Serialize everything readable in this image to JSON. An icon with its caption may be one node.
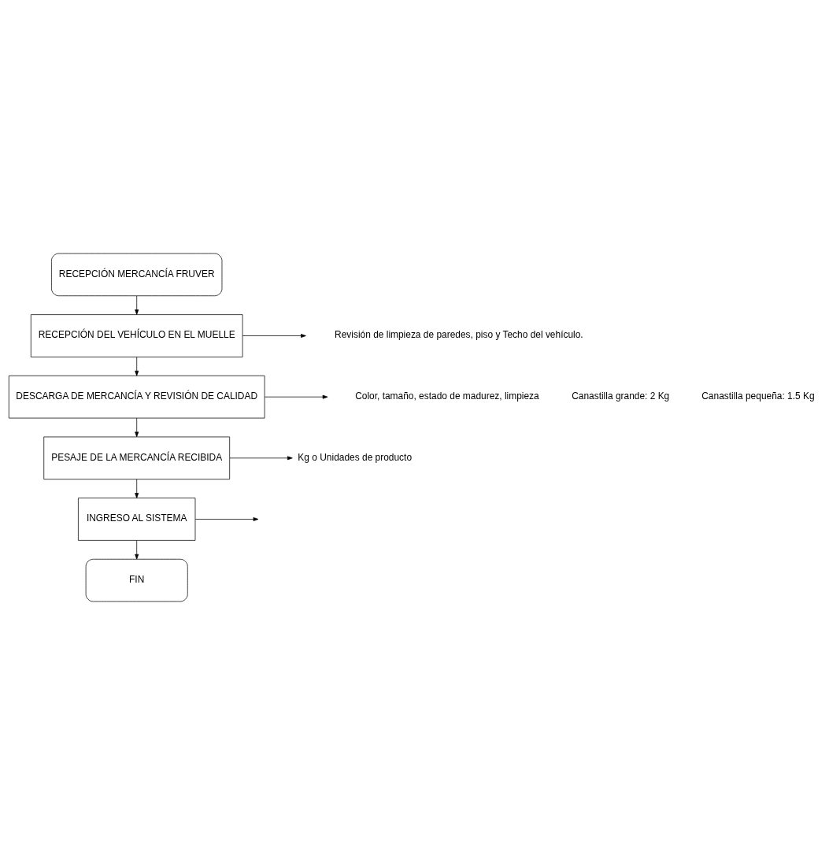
{
  "diagram": {
    "nodes": [
      {
        "text": [
          "RECEPCIÓN MERCANCÍA FRUVER"
        ]
      },
      {
        "text": [
          "RECEPCIÓN DEL VEHÍCULO EN EL MUELLE"
        ]
      },
      {
        "text": [
          "DESCARGA DE MERCANCÍA Y REVISIÓN DE CALIDAD"
        ]
      },
      {
        "text": [
          "PESAJE DE LA MERCANCÍA RECIBIDA"
        ]
      },
      {
        "text": [
          "INGRESO AL SISTEMA"
        ]
      },
      {
        "text": [
          "FIN"
        ]
      },
      {
        "text": [
          "Kg o Unidades de producto"
        ]
      }
    ],
    "edges": [
      {
        "from": 0,
        "to": 1,
        "arrow": "to"
      },
      {
        "from": 1,
        "to": null,
        "arrow": "to"
      },
      {
        "from": 1,
        "to": 2,
        "arrow": "to"
      },
      {
        "from": 2,
        "to": null,
        "arrow": "to"
      },
      {
        "from": 2,
        "to": 3,
        "arrow": "to"
      },
      {
        "from": 3,
        "to": 6,
        "arrow": "to"
      },
      {
        "from": 3,
        "to": 4,
        "arrow": "to"
      },
      {
        "from": 4,
        "to": null,
        "arrow": "to"
      },
      {
        "from": 4,
        "to": 5,
        "arrow": "to"
      }
    ],
    "labels": [
      "Revisión de limpieza de paredes, piso y Techo del vehículo.",
      "Color, tamaño, estado de madurez, limpieza",
      "Canastilla grande: 2 Kg",
      "Canastilla pequeña: 1.5 Kg"
    ]
  }
}
